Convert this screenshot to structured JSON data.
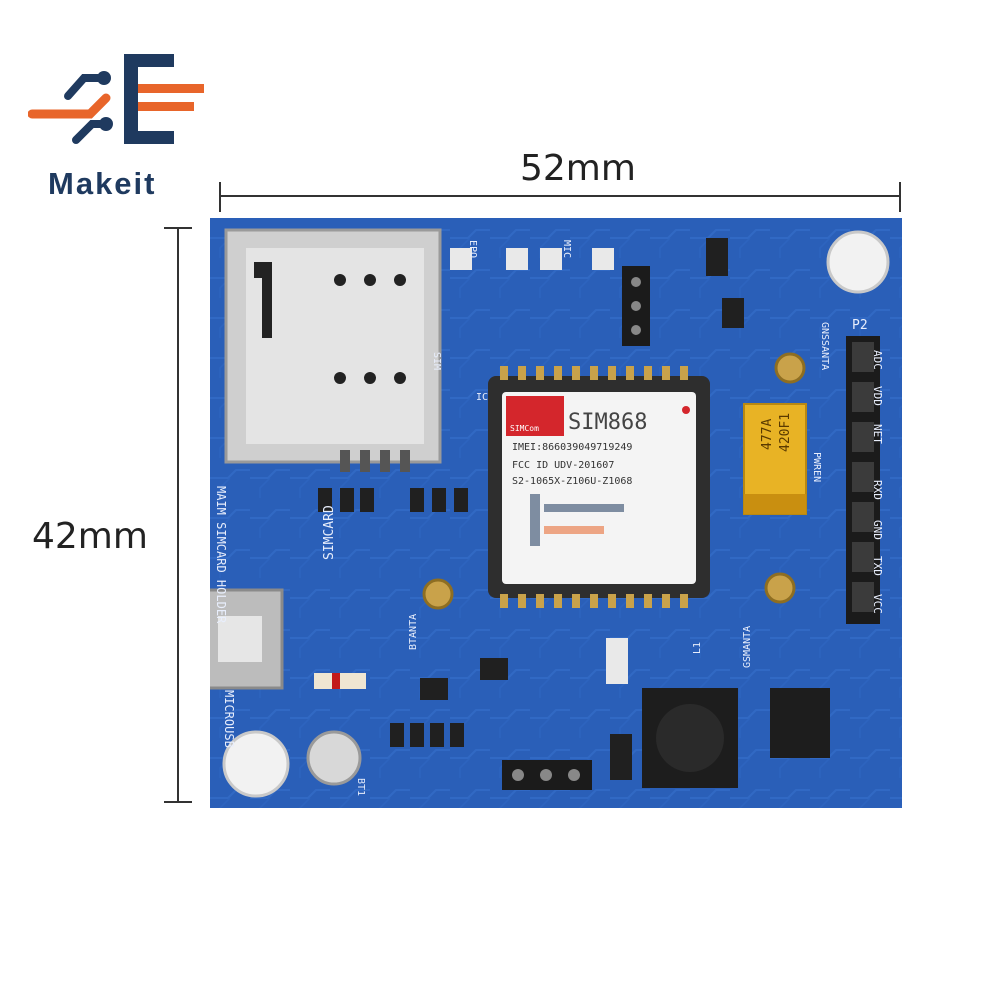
{
  "brand": {
    "name": "Makeit",
    "colors": {
      "orange": "#e8652a",
      "navy": "#1f3a5f"
    }
  },
  "dimensions": {
    "width": "52mm",
    "height": "42mm"
  },
  "board": {
    "pcb_color": "#2a5fb8",
    "module": {
      "model": "SIM868",
      "vendor_badge": "SIMCom",
      "imei": "IMEI:866039049719249",
      "fcc": "FCC ID UDV-201607",
      "part": "S2-1065X-Z106U-Z1068"
    },
    "capacitor": {
      "value": "477A",
      "code": "420F1"
    },
    "silkscreen": {
      "sim_holder": "MAIM SIMCARD HOLDER",
      "simcard": "SIMCARD",
      "microusb": "MICROUSB",
      "pins_header": "P2",
      "pin_labels": [
        "ADC",
        "VDD",
        "NET",
        "RXD",
        "GND",
        "TXD",
        "VCC"
      ],
      "pwren": "PWREN",
      "bt_ant": "BTANTA",
      "gsm_ant": "GSMANTA",
      "gnss_ant": "GNSSANTA",
      "ic": "IC",
      "sim": "SIM",
      "bt1": "BT1",
      "l1": "L1",
      "epo": "EPO",
      "mic": "MIC"
    }
  }
}
